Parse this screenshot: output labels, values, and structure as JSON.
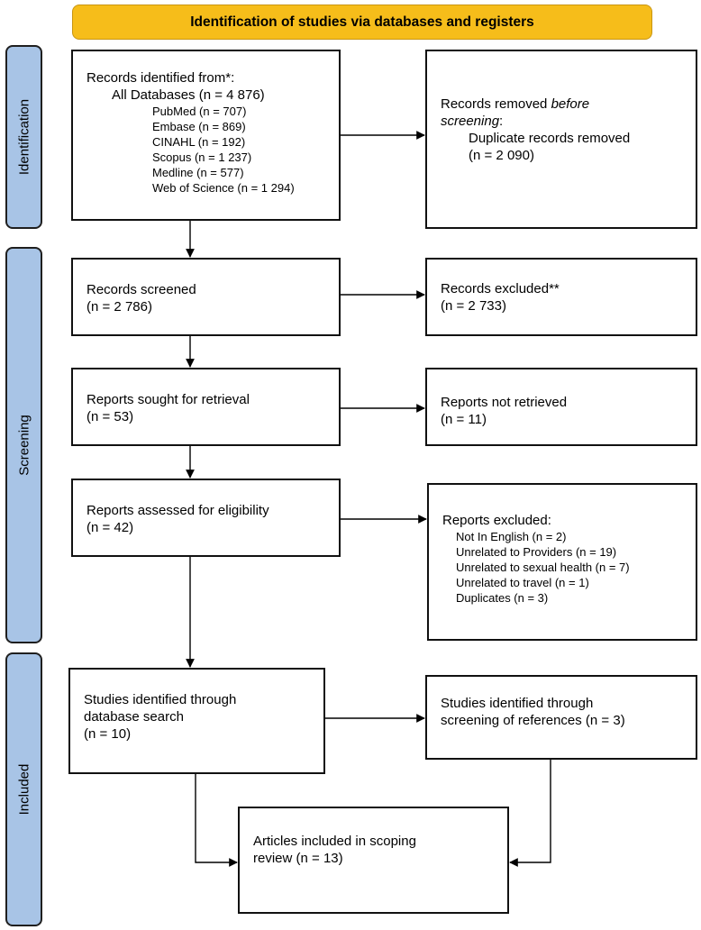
{
  "header": {
    "title": "Identification of studies via databases and registers"
  },
  "stages": {
    "identification": "Identification",
    "screening": "Screening",
    "included": "Included"
  },
  "identification": {
    "records": {
      "heading": "Records identified from*:",
      "all": "All Databases (n = 4 876)",
      "sources": [
        "PubMed (n = 707)",
        "Embase (n = 869)",
        "CINAHL (n = 192)",
        "Scopus (n = 1 237)",
        "Medline (n = 577)",
        "Web of Science (n = 1 294)"
      ]
    },
    "removed": {
      "line1": "Records removed ",
      "line1_em": "before",
      "line2_em": "screening",
      "line2_tail": ":",
      "line3": "Duplicate records removed",
      "line4": "(n = 2 090)"
    }
  },
  "screening": {
    "screened": {
      "label": "Records screened",
      "n": "(n = 2 786)"
    },
    "excluded": {
      "label": "Records excluded**",
      "n": "(n = 2 733)"
    },
    "sought": {
      "label": "Reports sought for retrieval",
      "n": "(n = 53)"
    },
    "not_retrieved": {
      "label": "Reports not retrieved",
      "n": "(n = 11)"
    },
    "assessed": {
      "label": "Reports assessed for eligibility",
      "n": "(n = 42)"
    },
    "reports_excluded": {
      "heading": "Reports excluded:",
      "reasons": [
        "Not In English (n = 2)",
        "Unrelated to Providers (n = 19)",
        "Unrelated to sexual health (n = 7)",
        "Unrelated to travel (n = 1)",
        "Duplicates (n = 3)"
      ]
    }
  },
  "included": {
    "database": {
      "line1": "Studies identified through",
      "line2": "database search",
      "n": "(n = 10)"
    },
    "references": {
      "line1": "Studies identified through",
      "line2": "screening of references (n = 3)"
    },
    "articles": {
      "line1": "Articles included in scoping",
      "line2": "review (n = 13)"
    }
  }
}
